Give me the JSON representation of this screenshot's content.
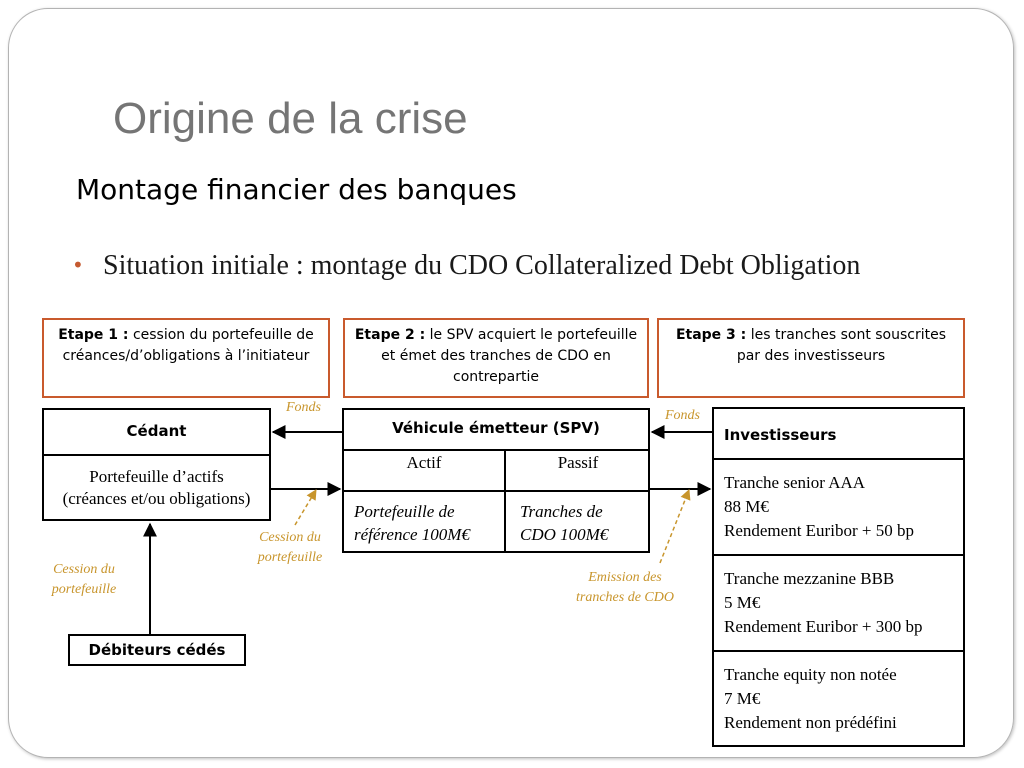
{
  "title": "Origine de la crise",
  "subtitle": "Montage financier des banques",
  "bullet": "Situation initiale : montage du CDO Collateralized Debt Obligation",
  "steps": [
    {
      "label": "Etape 1 :",
      "text": " cession du portefeuille de créances/d’obligations à l’initiateur"
    },
    {
      "label": "Etape 2 :",
      "text": " le SPV acquiert le portefeuille et émet des tranches de CDO en contrepartie"
    },
    {
      "label": "Etape 3 :",
      "text": " les tranches sont souscrites par des investisseurs"
    }
  ],
  "cedant": {
    "title": "Cédant",
    "content_line1": "Portefeuille d’actifs",
    "content_line2": "(créances et/ou obligations)"
  },
  "debiteurs": {
    "title": "Débiteurs cédés"
  },
  "spv": {
    "title": "Véhicule émetteur (SPV)",
    "actif_header": "Actif",
    "passif_header": "Passif",
    "actif_line1": "Portefeuille de",
    "actif_line2": "référence 100M€",
    "passif_line1": "Tranches de",
    "passif_line2": "CDO 100M€"
  },
  "investisseurs": {
    "title": "Investisseurs",
    "tranches": [
      {
        "name": "Tranche senior AAA",
        "amount": "88 M€",
        "yield": "Rendement Euribor + 50 bp"
      },
      {
        "name": "Tranche mezzanine BBB",
        "amount": "5 M€",
        "yield": "Rendement Euribor + 300 bp"
      },
      {
        "name": "Tranche equity non notée",
        "amount": "7 M€",
        "yield": "Rendement non prédéfini"
      }
    ]
  },
  "labels": {
    "fonds_left": "Fonds",
    "fonds_right": "Fonds",
    "cession_portefeuille_1": "Cession du",
    "cession_portefeuille_2": "portefeuille",
    "cession_left_1": "Cession du",
    "cession_left_2": "portefeuille",
    "emission_1": "Emission des",
    "emission_2": "tranches de CDO"
  },
  "colors": {
    "accent_border": "#c95a2d",
    "annotation": "#c8952c",
    "title_gray": "#757575"
  }
}
